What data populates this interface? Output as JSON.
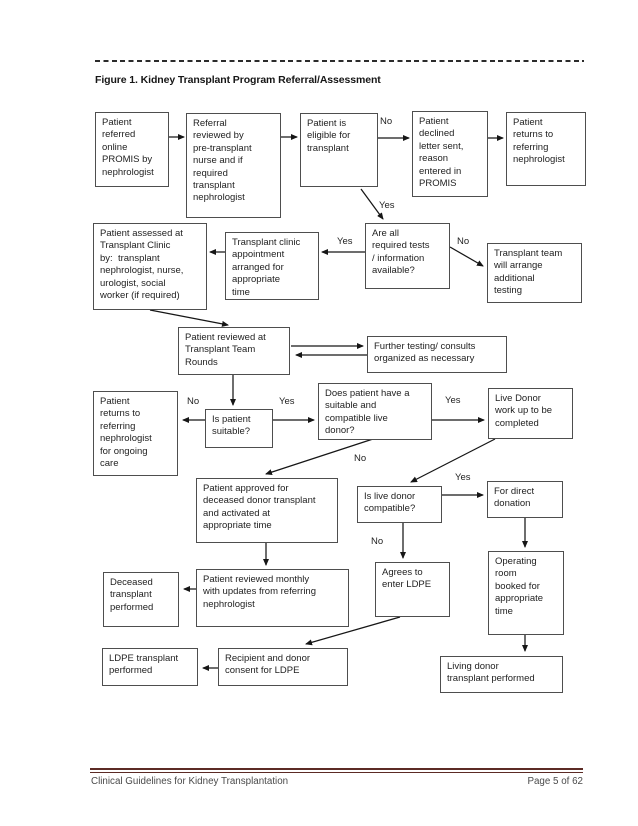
{
  "figure": {
    "title": "Figure 1. Kidney Transplant Program Referral/Assessment"
  },
  "footer": {
    "left": "Clinical Guidelines for Kidney Transplantation",
    "right": "Page 5 of 62"
  },
  "decision_labels": {
    "yes": "Yes",
    "no": "No"
  },
  "colors": {
    "footer_rule": "#5c2b25",
    "box_border": "#4e4e4e"
  },
  "boxes": {
    "referred": "Patient\nreferred\nonline\nPROMIS by\nnephrologist",
    "referral_reviewed": "Referral\nreviewed by\npre-transplant\nnurse and if\nrequired\ntransplant\nnephrologist",
    "eligible": "Patient is\neligible for\ntransplant",
    "declined": "Patient\ndeclined\nletter sent,\nreason\nentered in\nPROMIS",
    "returns_nephrologist": "Patient\nreturns to\nreferring\nnephrologist",
    "assessed_clinic": "Patient assessed at\nTransplant Clinic\nby:  transplant\nnephrologist, nurse,\nurologist, social\nworker (if required)",
    "clinic_appointment": "Transplant clinic\nappointment\narranged for\nappropriate\ntime",
    "tests_available": "Are all\nrequired tests\n/ information\navailable?",
    "arrange_testing": "Transplant team\nwill arrange\nadditional\ntesting",
    "team_rounds": "Patient reviewed at\nTransplant Team\nRounds",
    "further_testing": "Further testing/ consults\norganized as necessary",
    "returns_ongoing_care": "Patient\nreturns to\nreferring\nnephrologist\nfor ongoing\ncare",
    "is_suitable": "Is patient\nsuitable?",
    "has_live_donor": "Does patient have a\nsuitable and\ncompatible live\ndonor?",
    "live_donor_workup": "Live Donor\nwork up to be\ncompleted",
    "approved_deceased": "Patient approved for\ndeceased donor transplant\nand activated at\nappropriate time",
    "donor_compatible": "Is live donor\ncompatible?",
    "direct_donation": "For direct\ndonation",
    "agrees_ldpe": "Agrees to\nenter LDPE",
    "operating_room": "Operating\nroom\nbooked for\nappropriate\ntime",
    "deceased_performed": "Deceased\ntransplant\nperformed",
    "reviewed_monthly": "Patient reviewed monthly\nwith updates from referring\nnephrologist",
    "ldpe_consent": "Recipient and donor\nconsent for LDPE",
    "ldpe_performed": "LDPE transplant\nperformed",
    "living_performed": "Living donor\ntransplant performed"
  }
}
